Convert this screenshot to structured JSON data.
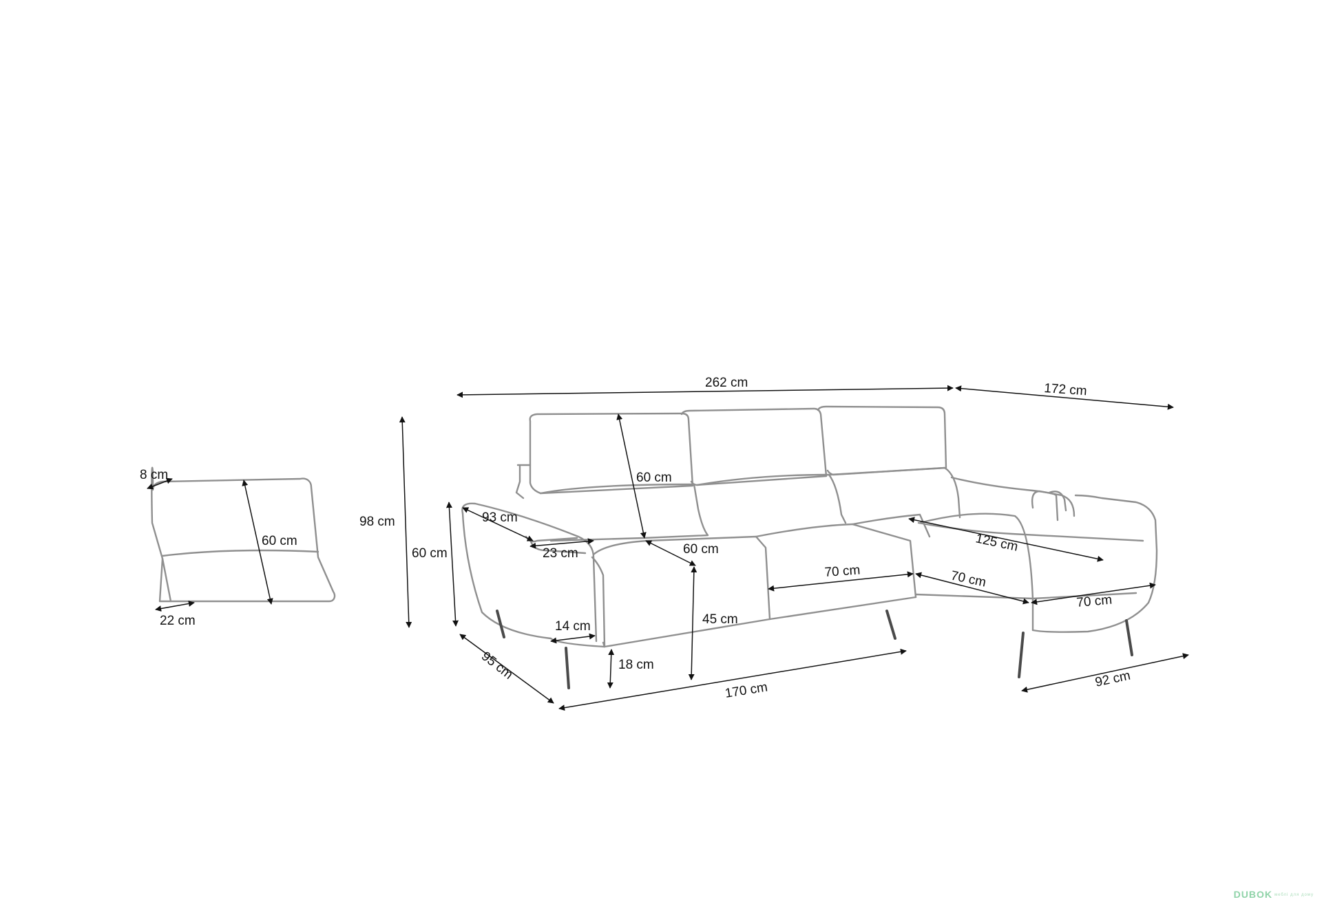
{
  "dimensions": [
    {
      "key": "cushion_depth_top",
      "label": "8 cm"
    },
    {
      "key": "cushion_height",
      "label": "60 cm"
    },
    {
      "key": "cushion_depth_bottom",
      "label": "22 cm"
    },
    {
      "key": "total_height",
      "label": "98 cm"
    },
    {
      "key": "armrest_height",
      "label": "60 cm"
    },
    {
      "key": "armrest_depth",
      "label": "93 cm"
    },
    {
      "key": "armrest_width",
      "label": "23 cm"
    },
    {
      "key": "back_cushion_height",
      "label": "60 cm"
    },
    {
      "key": "seat_depth",
      "label": "60 cm"
    },
    {
      "key": "seat_height",
      "label": "45 cm"
    },
    {
      "key": "arm_base_width",
      "label": "14 cm"
    },
    {
      "key": "leg_height",
      "label": "18 cm"
    },
    {
      "key": "side_depth",
      "label": "95 cm"
    },
    {
      "key": "base_length",
      "label": "170 cm"
    },
    {
      "key": "total_width",
      "label": "262 cm"
    },
    {
      "key": "chaise_length",
      "label": "172 cm"
    },
    {
      "key": "chaise_seat_length",
      "label": "125 cm"
    },
    {
      "key": "middle_seat_width",
      "label": "70 cm"
    },
    {
      "key": "chaise_seat_width_a",
      "label": "70 cm"
    },
    {
      "key": "chaise_seat_width_b",
      "label": "70 cm"
    },
    {
      "key": "chaise_width",
      "label": "92 cm"
    }
  ],
  "watermark": {
    "brand": "DUBOK",
    "tagline": "меблі для дому"
  }
}
